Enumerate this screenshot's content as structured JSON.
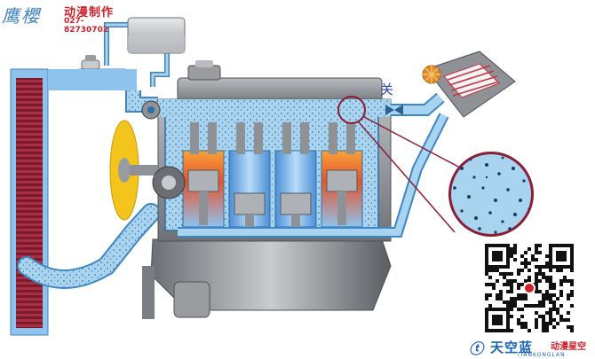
{
  "brand_top": {
    "logo_text": "鹰櫻",
    "name": "动漫制作",
    "phone": "027-82730702"
  },
  "labels": {
    "valve_state": "关"
  },
  "brand_bottom": {
    "mark": "ⓣ",
    "name": "天空蓝",
    "name_en": "TIANKONGLAN",
    "subtitle": "动漫星空"
  },
  "colors": {
    "coolant": "#a9d4f0",
    "coolant_dark": "#3d86c6",
    "radiator": "#8a2030",
    "engine_gray": "#8e9196",
    "hot": "#e8532a",
    "fan": "#f2c41c",
    "highlight_ring": "#8b1d35"
  }
}
